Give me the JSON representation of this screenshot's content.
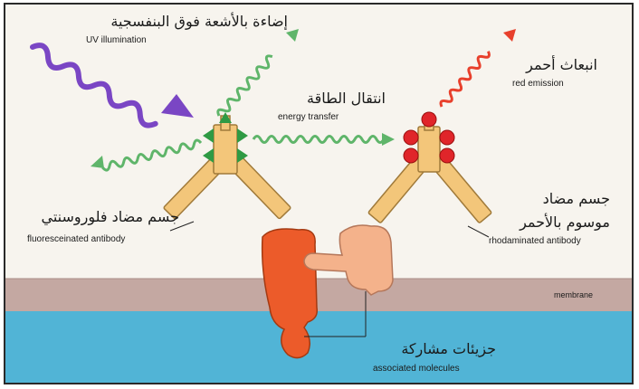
{
  "labels": {
    "uv_ar": "إضاءة بالأشعة فوق البنفسجية",
    "uv_en": "UV illumination",
    "energy_ar": "انتقال الطاقة",
    "energy_en": "energy transfer",
    "red_ar": "انبعاث أحمر",
    "red_en": "red emission",
    "fluor_ar": "جسم مضاد فلوروسنتي",
    "fluor_en": "fluoresceinated antibody",
    "rhod_ar_line1": "جسم مضاد",
    "rhod_ar_line2": "موسوم بالأحمر",
    "rhod_en": "rhodaminated antibody",
    "membrane_en": "membrane",
    "assoc_ar": "جزيئات مشاركة",
    "assoc_en": "associated molecules"
  },
  "colors": {
    "background": "#f7f4ee",
    "membrane": "#c4a8a2",
    "cytoplasm": "#51b4d6",
    "antibody": "#f3c67a",
    "antibody_outline": "#a07a3a",
    "uv_wave": "#7a46c4",
    "green_wave": "#5fb56a",
    "red_wave": "#e8402c",
    "fluorophore": "#2f9a44",
    "rhodamine": "#e0252a",
    "molecule_dark": "#ec5b2a",
    "molecule_light": "#f4b28b"
  }
}
